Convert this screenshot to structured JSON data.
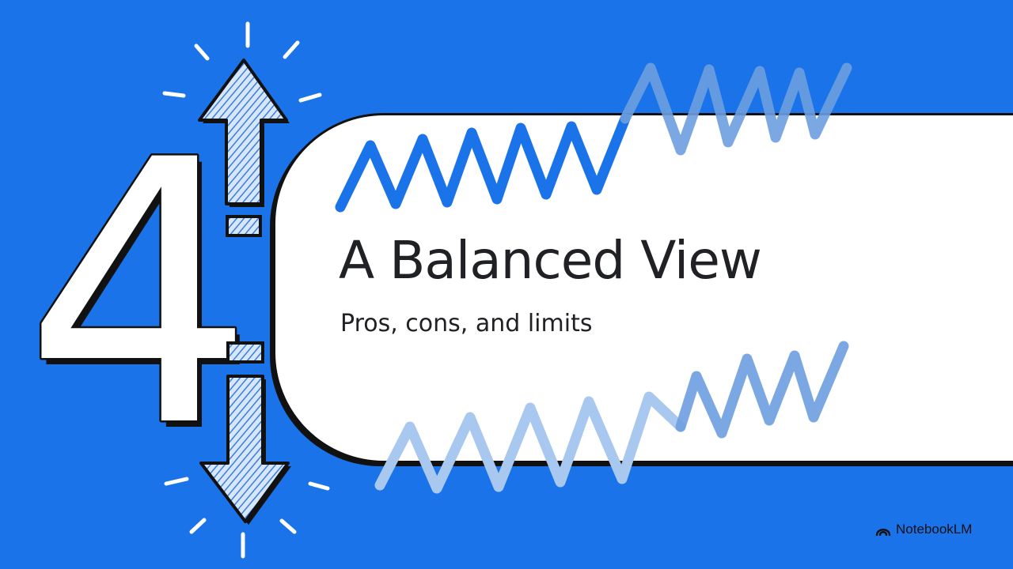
{
  "slide": {
    "number": "4",
    "title": "A Balanced View",
    "subtitle": "Pros, cons, and limits"
  },
  "brand": {
    "name": "NotebookLM",
    "icon": "notebooklm-logo-icon"
  },
  "colors": {
    "background": "#1a73e8",
    "card": "#ffffff",
    "text": "#202124",
    "wave_primary": "#1a73e8",
    "wave_light": "#7ea8e0"
  }
}
